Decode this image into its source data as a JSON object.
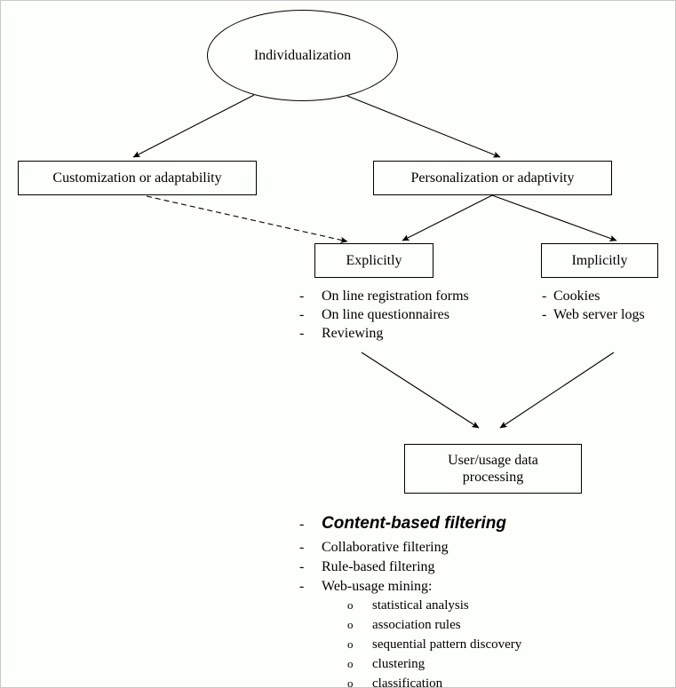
{
  "diagram": {
    "title": "Individualization taxonomy flow diagram",
    "background_color": "#fdfffb",
    "line_color": "#000000",
    "nodes": {
      "root": {
        "label": "Individualization",
        "shape": "ellipse"
      },
      "customization": {
        "label": "Customization or adaptability",
        "shape": "rect"
      },
      "personalization": {
        "label": "Personalization or adaptivity",
        "shape": "rect"
      },
      "explicitly": {
        "label": "Explicitly",
        "shape": "rect"
      },
      "implicitly": {
        "label": "Implicitly",
        "shape": "rect"
      },
      "processing": {
        "label": "User/usage data\nprocessing",
        "shape": "rect"
      }
    },
    "explicit_methods": {
      "marker": "-",
      "items": [
        "On line registration forms",
        "On line questionnaires",
        "Reviewing"
      ]
    },
    "implicit_methods": {
      "marker": "-",
      "items": [
        "Cookies",
        "Web server logs"
      ]
    },
    "filtering_methods": {
      "marker": "-",
      "items": [
        {
          "text": "Content-based filtering",
          "emphasis": "bold-italic-sans"
        },
        {
          "text": "Collaborative filtering",
          "emphasis": "none"
        },
        {
          "text": "Rule-based filtering",
          "emphasis": "none"
        },
        {
          "text": "Web-usage mining:",
          "emphasis": "none"
        }
      ]
    },
    "web_usage_mining": {
      "marker": "o",
      "items": [
        "statistical analysis",
        "association rules",
        "sequential pattern discovery",
        "clustering",
        "classification"
      ]
    },
    "edges": [
      {
        "from": "root",
        "to": "customization",
        "style": "solid",
        "arrow": true
      },
      {
        "from": "root",
        "to": "personalization",
        "style": "solid",
        "arrow": true
      },
      {
        "from": "customization",
        "to": "explicitly",
        "style": "dashed",
        "arrow": true
      },
      {
        "from": "personalization",
        "to": "explicitly",
        "style": "solid",
        "arrow": true
      },
      {
        "from": "personalization",
        "to": "implicitly",
        "style": "solid",
        "arrow": true
      },
      {
        "from": "explicit_methods",
        "to": "processing",
        "style": "solid",
        "arrow": true
      },
      {
        "from": "implicit_methods",
        "to": "processing",
        "style": "solid",
        "arrow": true
      }
    ]
  }
}
